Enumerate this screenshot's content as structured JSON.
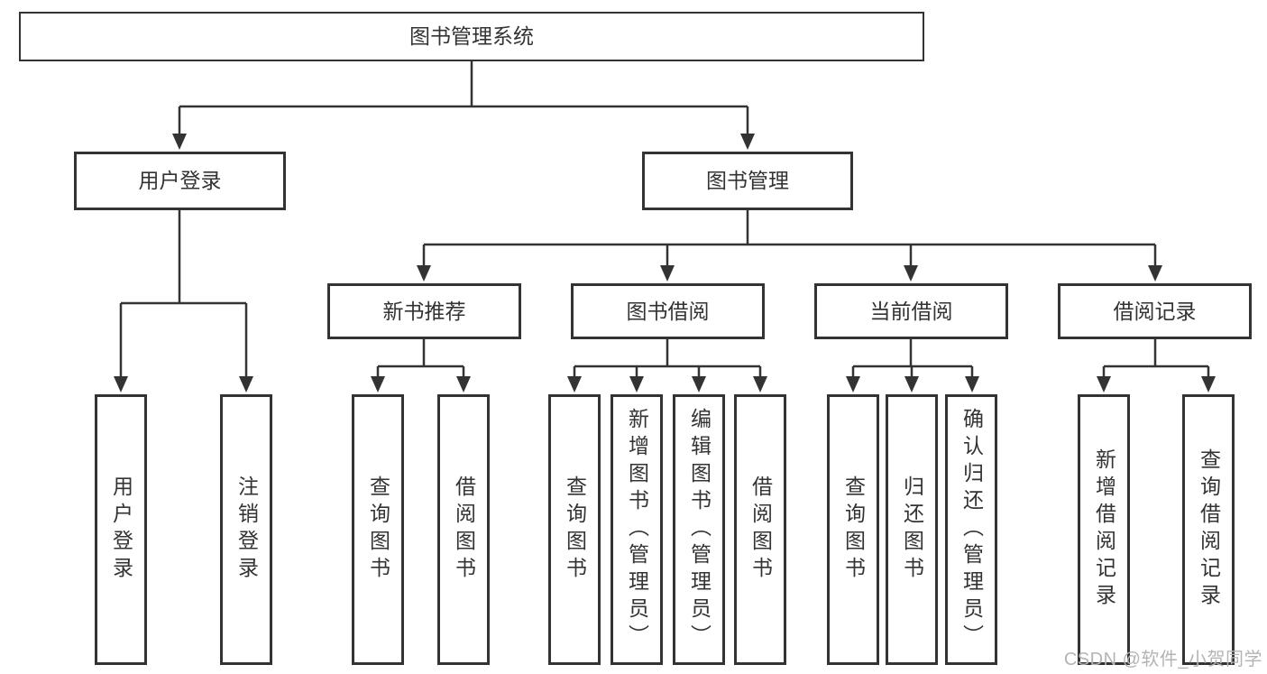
{
  "diagram_title": "图书管理系统",
  "watermark": "CSDN @软件_小贺同学",
  "colors": {
    "line": "#333333",
    "box_border": "#333333",
    "text": "#333333",
    "background": "#ffffff",
    "watermark_text": "#b4b4b4"
  },
  "tree": {
    "root": {
      "label": "图书管理系统"
    },
    "branches": [
      {
        "label": "用户登录",
        "children": [
          {
            "label": "用户登录"
          },
          {
            "label": "注销登录"
          }
        ]
      },
      {
        "label": "图书管理",
        "children": [
          {
            "label": "新书推荐",
            "children": [
              {
                "label": "查询图书"
              },
              {
                "label": "借阅图书"
              }
            ]
          },
          {
            "label": "图书借阅",
            "children": [
              {
                "label": "查询图书"
              },
              {
                "label": "新增图书（管理员）"
              },
              {
                "label": "编辑图书（管理员）"
              },
              {
                "label": "借阅图书"
              }
            ]
          },
          {
            "label": "当前借阅",
            "children": [
              {
                "label": "查询图书"
              },
              {
                "label": "归还图书"
              },
              {
                "label": "确认归还（管理员）"
              }
            ]
          },
          {
            "label": "借阅记录",
            "children": [
              {
                "label": "新增借阅记录"
              },
              {
                "label": "查询借阅记录"
              }
            ]
          }
        ]
      }
    ]
  }
}
